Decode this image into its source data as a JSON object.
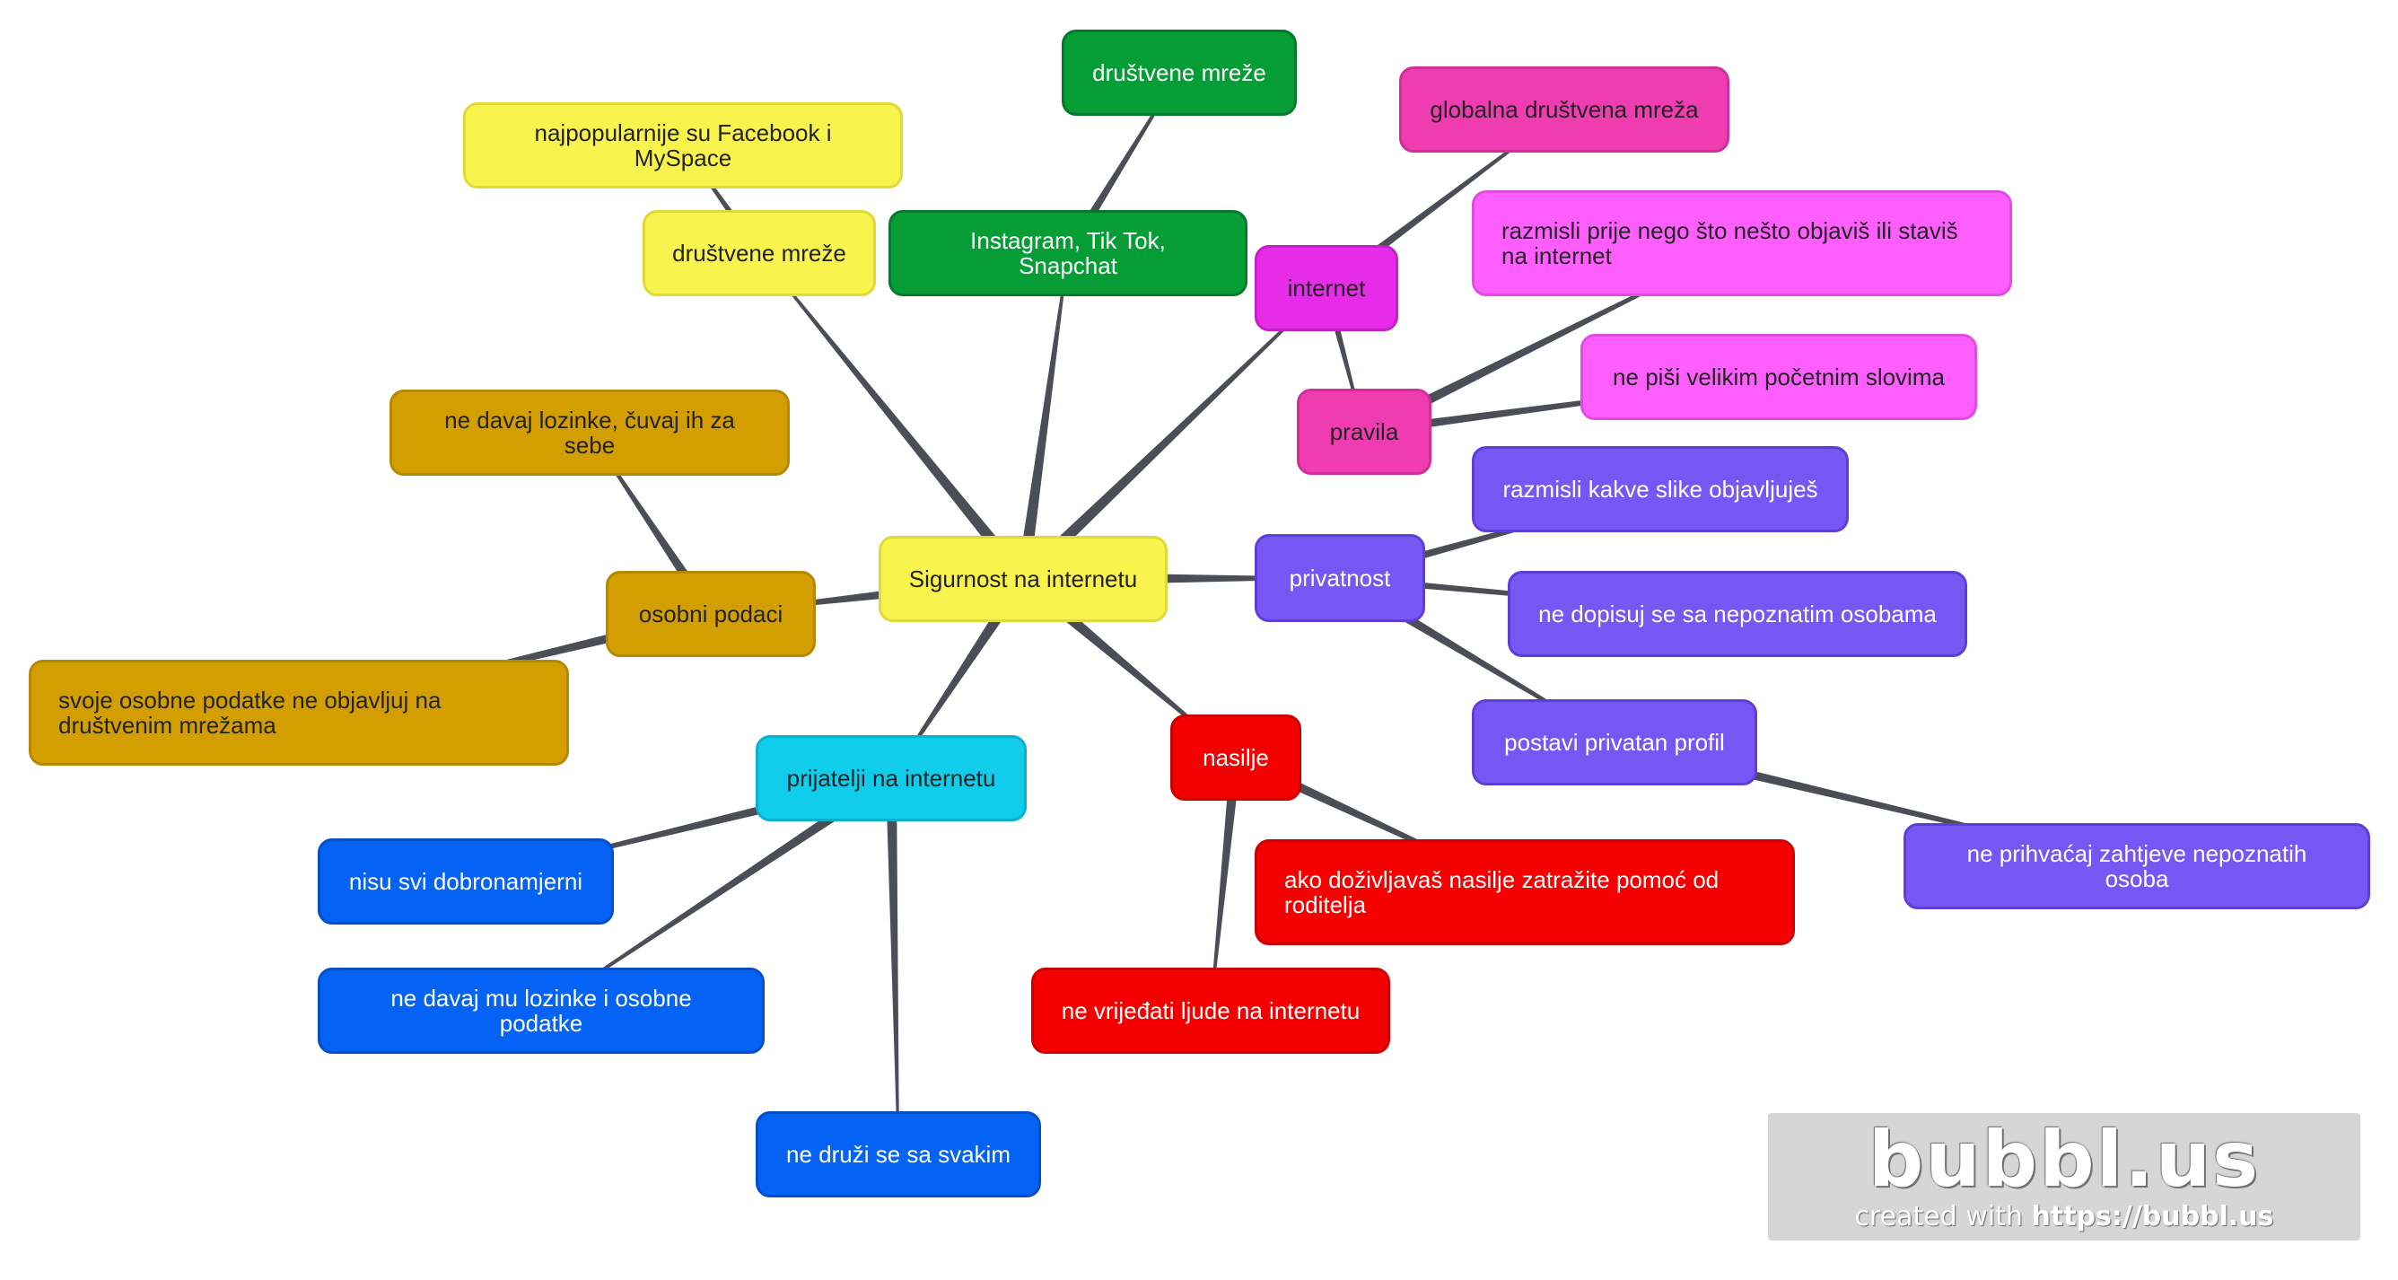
{
  "mindmap": {
    "central": "Sigurnost na internetu",
    "drustvene_mreze": {
      "label": "društvene mreže",
      "child": "najpopularnije su Facebook i MySpace"
    },
    "instagram": {
      "label": "Instagram, Tik Tok, Snapchat",
      "child": "društvene mreže"
    },
    "internet": {
      "label": "internet",
      "child": "globalna društvena mreža"
    },
    "pravila": {
      "label": "pravila",
      "children": [
        "razmisli prije nego što nešto objaviš ili staviš na internet",
        "ne piši velikim početnim slovima"
      ]
    },
    "privatnost": {
      "label": "privatnost",
      "children": [
        "razmisli kakve slike objavljuješ",
        "ne dopisuj se sa nepoznatim osobama",
        "postavi privatan profil"
      ],
      "grandchild": "ne prihvaćaj zahtjeve nepoznatih osoba"
    },
    "osobni_podaci": {
      "label": "osobni podaci",
      "children": [
        "ne davaj lozinke, čuvaj ih za sebe",
        "svoje osobne podatke ne objavljuj na društvenim mrežama"
      ]
    },
    "prijatelji": {
      "label": "prijatelji na internetu",
      "children": [
        "nisu svi dobronamjerni",
        "ne davaj mu lozinke i osobne podatke",
        "ne druži se sa svakim"
      ]
    },
    "nasilje": {
      "label": "nasilje",
      "children": [
        "ako doživljavaš nasilje zatražite pomoć od roditelja",
        "ne vrijeđati ljude na internetu"
      ]
    }
  },
  "colors": {
    "yellow": "#f9f34d",
    "green": "#069d36",
    "magenta": "#e62ce8",
    "pink": "#ff5eff",
    "hotpink": "#ef3cb0",
    "purple": "#7757f4",
    "brown": "#d39f00",
    "cyan": "#11cdec",
    "blue": "#0462f4",
    "red": "#f40000",
    "connector": "#4b4d57"
  },
  "watermark": {
    "logo": "bubbl.us",
    "created_with": "created with",
    "url": "https://bubbl.us"
  }
}
